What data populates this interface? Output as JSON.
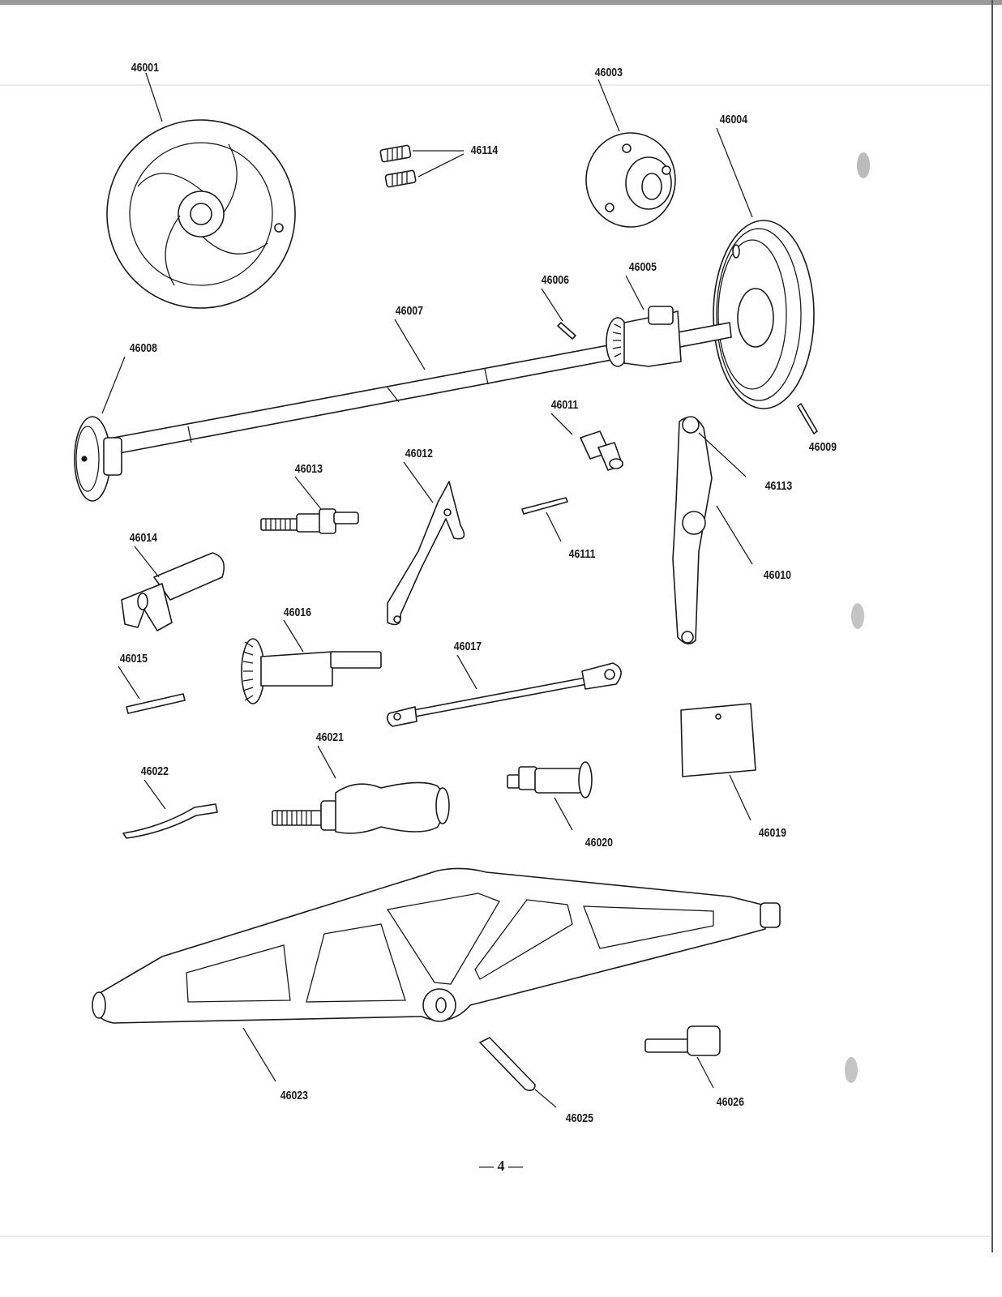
{
  "diagram": {
    "parts": [
      {
        "id": "p46001",
        "number": "46001"
      },
      {
        "id": "p46114",
        "number": "46114"
      },
      {
        "id": "p46003",
        "number": "46003"
      },
      {
        "id": "p46004",
        "number": "46004"
      },
      {
        "id": "p46005",
        "number": "46005"
      },
      {
        "id": "p46006",
        "number": "46006"
      },
      {
        "id": "p46007",
        "number": "46007"
      },
      {
        "id": "p46008",
        "number": "46008"
      },
      {
        "id": "p46011",
        "number": "46011"
      },
      {
        "id": "p46009",
        "number": "46009"
      },
      {
        "id": "p46012",
        "number": "46012"
      },
      {
        "id": "p46013",
        "number": "46013"
      },
      {
        "id": "p46113",
        "number": "46113"
      },
      {
        "id": "p46014",
        "number": "46014"
      },
      {
        "id": "p46111",
        "number": "46111"
      },
      {
        "id": "p46010",
        "number": "46010"
      },
      {
        "id": "p46016",
        "number": "46016"
      },
      {
        "id": "p46015",
        "number": "46015"
      },
      {
        "id": "p46017",
        "number": "46017"
      },
      {
        "id": "p46021",
        "number": "46021"
      },
      {
        "id": "p46022",
        "number": "46022"
      },
      {
        "id": "p46020",
        "number": "46020"
      },
      {
        "id": "p46019",
        "number": "46019"
      },
      {
        "id": "p46023",
        "number": "46023"
      },
      {
        "id": "p46026",
        "number": "46026"
      },
      {
        "id": "p46025",
        "number": "46025"
      }
    ]
  },
  "footer": {
    "page_number": "— 4 —"
  }
}
